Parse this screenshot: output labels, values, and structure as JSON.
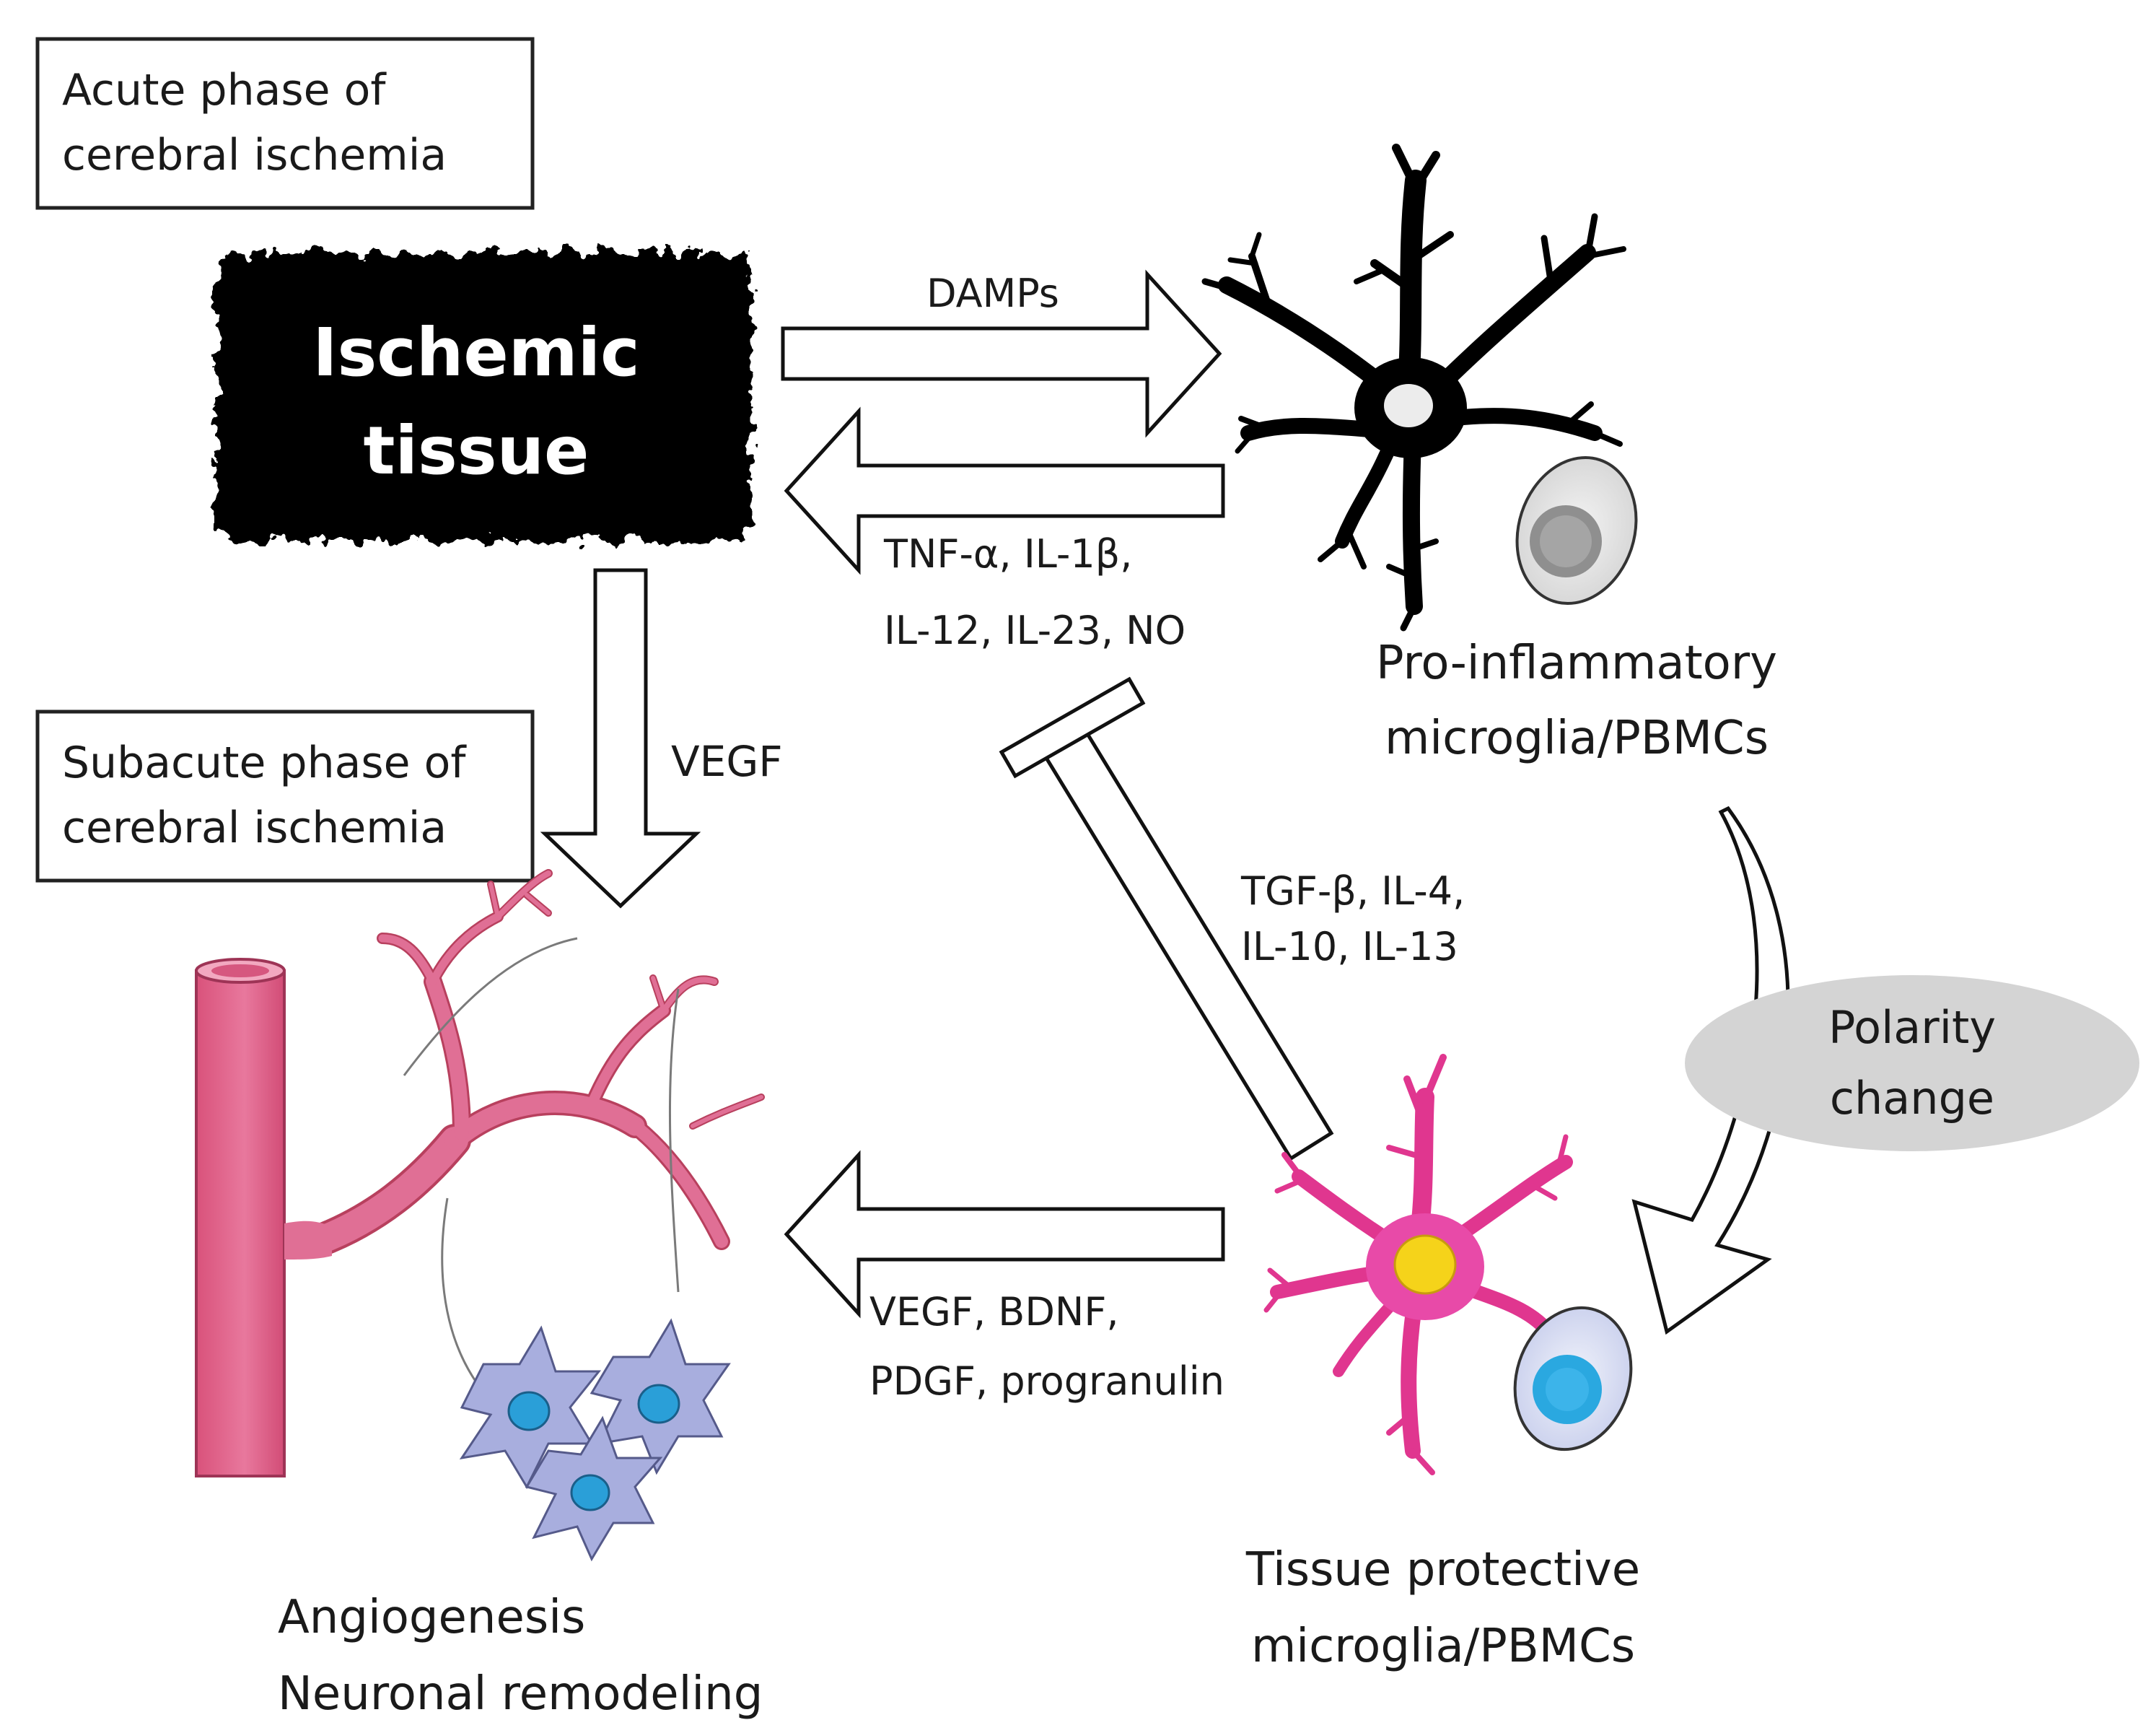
{
  "phase_boxes": {
    "acute": [
      "Acute phase of",
      "cerebral ischemia"
    ],
    "subacute": [
      "Subacute phase of",
      "cerebral ischemia"
    ]
  },
  "ischemic_tissue": [
    "Ischemic",
    "tissue"
  ],
  "arrow_labels": {
    "damps": "DAMPs",
    "pro_cytokines": [
      "TNF-α, IL-1β,",
      "IL-12, IL-23, NO"
    ],
    "vegf": "VEGF",
    "anti_cytokines": [
      "TGF-β, IL-4,",
      "IL-10, IL-13"
    ],
    "growth_factors": [
      "VEGF, BDNF,",
      "PDGF, progranulin"
    ]
  },
  "cells": {
    "pro_inflammatory": [
      "Pro-inflammatory",
      "microglia/PBMCs"
    ],
    "tissue_protective": [
      "Tissue protective",
      "microglia/PBMCs"
    ]
  },
  "polarity_change": [
    "Polarity",
    "change"
  ],
  "outcome": [
    "Angiogenesis",
    "Neuronal remodeling"
  ],
  "colors": {
    "ischemic_fill": "#000000",
    "pro_microglia": "#000000",
    "protective_microglia": "#e84aa8",
    "protective_nucleus": "#f5d31a",
    "vessel": "#e06f95",
    "neuron": "#a8aede",
    "neuron_nucleus": "#2a9fd8",
    "pbmc_nucleus_pro": "#a0a0a0",
    "pbmc_nucleus_protective": "#2aa8e0",
    "polarity_ellipse": "#d4d4d4"
  },
  "icons": [
    "ischemic-tissue-blob",
    "pro-inflammatory-microglia-icon",
    "pbmc-icon",
    "tissue-protective-microglia-icon",
    "blood-vessel-icon",
    "neuron-icon"
  ]
}
